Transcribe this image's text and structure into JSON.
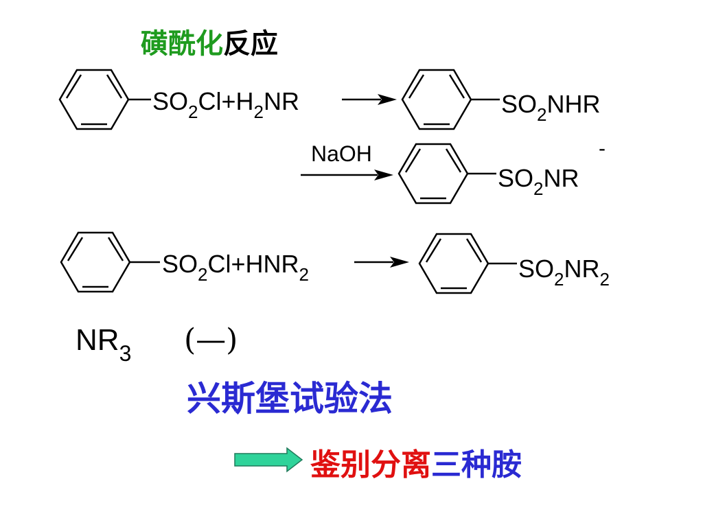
{
  "title": {
    "highlight": "磺酰化",
    "rest": "反应",
    "highlight_color": "#1f9b1f",
    "rest_color": "#000000"
  },
  "reaction1": {
    "reactant": "SO2Cl+H2NR",
    "product": "SO2NHR"
  },
  "reaction2": {
    "reagent": "NaOH",
    "product": "SO2NR",
    "charge": "-"
  },
  "reaction3": {
    "reactant": "SO2Cl+HNR2",
    "product": "SO2NR2"
  },
  "tertiary": {
    "amine": "NR3",
    "result": "(—)"
  },
  "hinsberg": {
    "text": "兴斯堡试验法",
    "color": "#2a2ad2"
  },
  "purpose": {
    "part1": "鉴别分离",
    "part2": "三种胺",
    "color1": "#e01010",
    "color2": "#2a2ad2",
    "arrow_color": "#2fd39a",
    "icon": "block-arrow-right-icon"
  }
}
